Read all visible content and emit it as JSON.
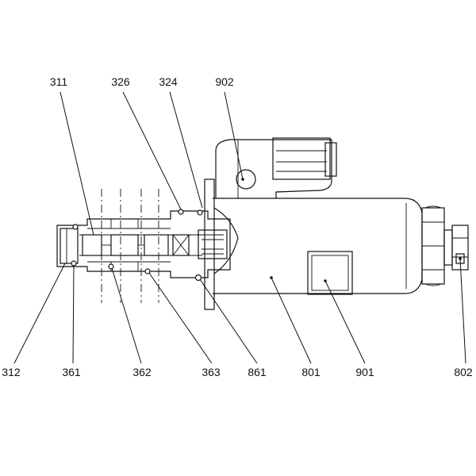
{
  "callouts": {
    "p311": "311",
    "p326": "326",
    "p324": "324",
    "p902": "902",
    "p312": "312",
    "p361": "361",
    "p362": "362",
    "p363": "363",
    "p861": "861",
    "p801": "801",
    "p901": "901",
    "p802": "802"
  }
}
